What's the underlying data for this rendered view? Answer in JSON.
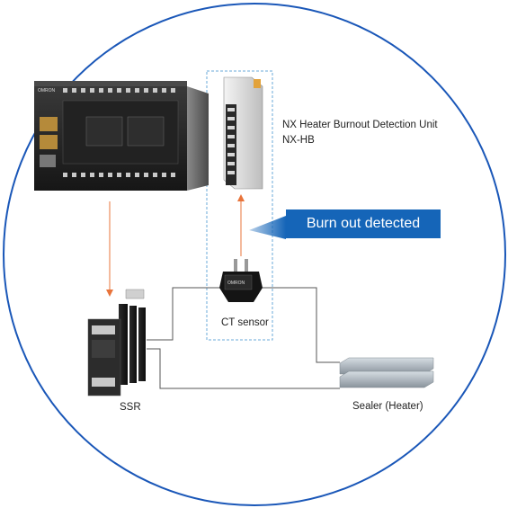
{
  "labels": {
    "unit_name": "NX Heater Burnout Detection Unit",
    "unit_model": "NX-HB",
    "callout": "Burn out detected",
    "ct_sensor": "CT sensor",
    "ssr": "SSR",
    "sealer": "Sealer (Heater)"
  },
  "devices": {
    "plc_badge": "OMRON",
    "ct_badge": "OMRON"
  },
  "colors": {
    "circle": "#1a57b8",
    "dashed_box": "#6aa8d8",
    "arrow": "#e8743b",
    "callout_bg": "#1565b8",
    "wire": "#555555"
  }
}
